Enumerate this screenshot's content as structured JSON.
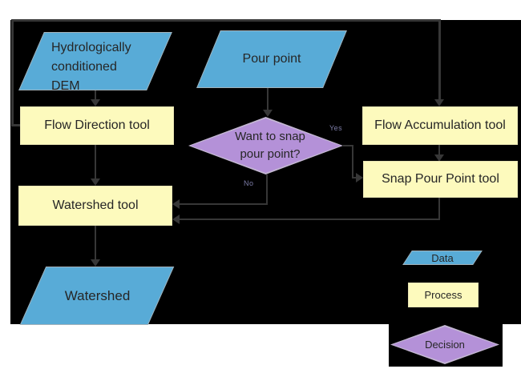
{
  "colors": {
    "page": "#ffffff",
    "background": "#000000",
    "data_fill": "#58abd7",
    "data_border": "#a3b2ba",
    "process_fill": "#fdfabd",
    "process_border": "#e9e5b4",
    "decision_fill": "#b491d8",
    "decision_border": "#c4b8d3",
    "connector": "#373737",
    "text_dark": "#262626",
    "label_small": "#7d7da8"
  },
  "flowchart": {
    "nodes": {
      "dem": {
        "line1": "Hydrologically",
        "line2": "conditioned",
        "line3": "DEM"
      },
      "pour_point": {
        "label": "Pour point"
      },
      "flow_direction": {
        "label": "Flow Direction tool"
      },
      "flow_accumulation": {
        "label": "Flow Accumulation tool"
      },
      "snap_pour_point": {
        "label": "Snap Pour Point tool"
      },
      "watershed_tool": {
        "label": "Watershed tool"
      },
      "watershed": {
        "label": "Watershed"
      },
      "decision": {
        "line1": "Want to snap",
        "line2": "pour point?"
      }
    },
    "edge_labels": {
      "yes": "Yes",
      "no": "No"
    }
  },
  "legend": {
    "data": "Data",
    "process": "Process",
    "decision": "Decision"
  }
}
